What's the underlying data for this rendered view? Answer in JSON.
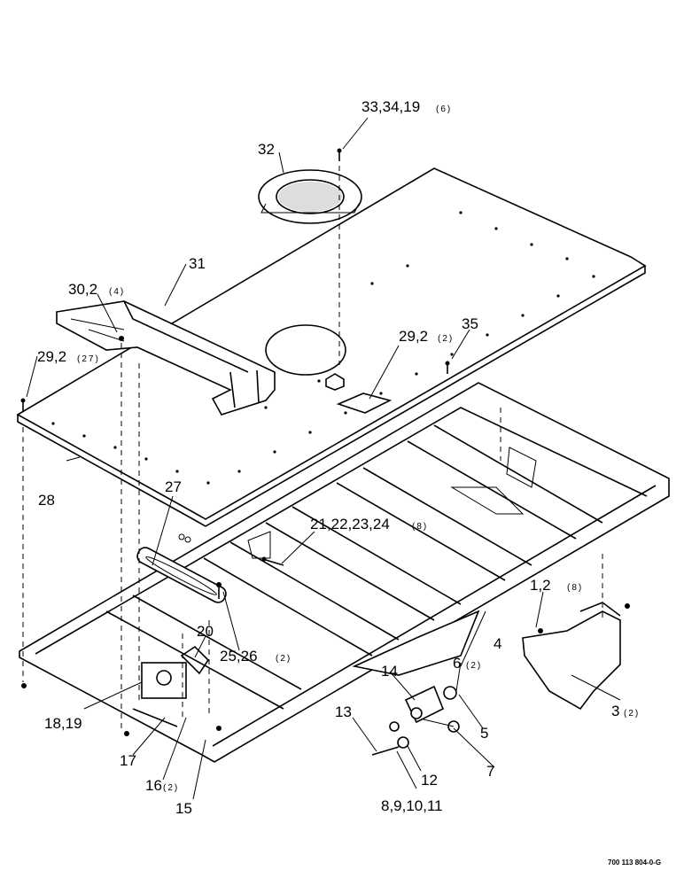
{
  "labels": {
    "l33": "33,34,19",
    "q33": "(6)",
    "l32": "32",
    "l31": "31",
    "l30": "30,2",
    "q30": "(4)",
    "l29a": "29,2",
    "q29a": "(27)",
    "l29b": "29,2",
    "q29b": "(2)",
    "l35": "35",
    "l28": "28",
    "l27": "27",
    "l21": "21,22,23,24",
    "q21": "(8)",
    "l1": "1,2",
    "q1": "(8)",
    "l4": "4",
    "l20": "20",
    "l25": "25,26",
    "q25": "(2)",
    "l6": "6",
    "q6": "(2)",
    "l14": "14",
    "l3": "3",
    "q3": "(2)",
    "l18": "18,19",
    "l13": "13",
    "l5": "5",
    "l7": "7",
    "l17": "17",
    "l16": "16",
    "q16": "(2)",
    "l12": "12",
    "l15": "15",
    "l8": "8,9,10,11"
  },
  "drawing_code": "700 113 804-0-G"
}
